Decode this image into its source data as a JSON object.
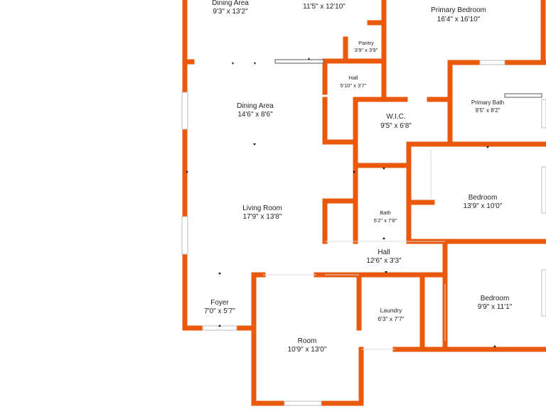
{
  "colors": {
    "wall": "#ea580c",
    "window": "#cfcfcf",
    "label": "#222222",
    "background": "#ffffff"
  },
  "rooms": [
    {
      "id": "dining-area-top",
      "name": "Dining Area",
      "dims": "9'3\" x 13'2\""
    },
    {
      "id": "kitchen",
      "name": "",
      "dims": "11'5\" x 12'10\""
    },
    {
      "id": "primary-bedroom",
      "name": "Primary Bedroom",
      "dims": "16'4\" x 16'10\""
    },
    {
      "id": "pantry",
      "name": "Pantry",
      "dims": "3'9\" x 3'9\""
    },
    {
      "id": "hall-upper",
      "name": "Hall",
      "dims": "5'10\" x 3'7\""
    },
    {
      "id": "primary-bath",
      "name": "Primary Bath",
      "dims": "9'5\" x 8'2\""
    },
    {
      "id": "dining-area",
      "name": "Dining Area",
      "dims": "14'6\" x 8'6\""
    },
    {
      "id": "wic",
      "name": "W.I.C.",
      "dims": "9'5\" x 6'8\""
    },
    {
      "id": "bedroom-east",
      "name": "Bedroom",
      "dims": "13'9\" x 10'0\""
    },
    {
      "id": "living-room",
      "name": "Living Room",
      "dims": "17'9\" x 13'8\""
    },
    {
      "id": "bath",
      "name": "Bath",
      "dims": "5'2\" x 7'8\""
    },
    {
      "id": "hall-lower",
      "name": "Hall",
      "dims": "12'6\" x 3'3\""
    },
    {
      "id": "bedroom-southeast",
      "name": "Bedroom",
      "dims": "9'9\" x 11'1\""
    },
    {
      "id": "laundry",
      "name": "Laundry",
      "dims": "6'3\" x 7'7\""
    },
    {
      "id": "foyer",
      "name": "Foyer",
      "dims": "7'0\" x 5'7\""
    },
    {
      "id": "room",
      "name": "Room",
      "dims": "10'9\" x 13'0\""
    }
  ]
}
